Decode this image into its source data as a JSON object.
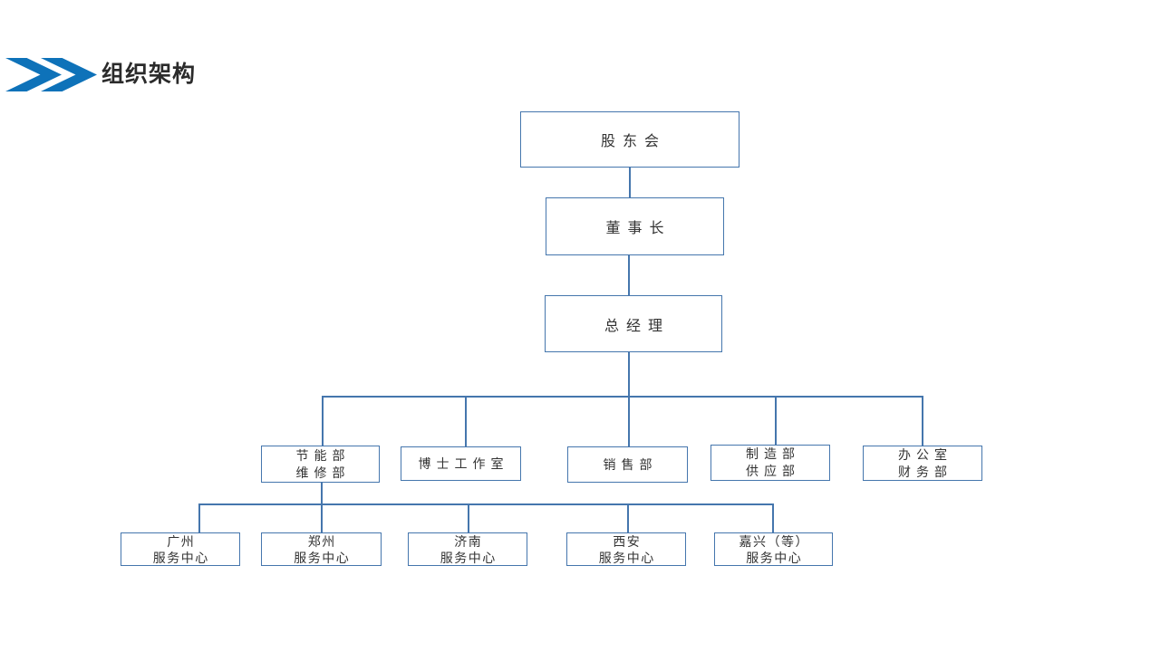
{
  "header": {
    "title": "组织架构"
  },
  "org_chart": {
    "top_levels": {
      "shareholders": "股东会",
      "chairman": "董事长",
      "general_manager": "总经理"
    },
    "departments": [
      {
        "lines": [
          "节能部",
          "维修部"
        ]
      },
      {
        "lines": [
          "博士工作室"
        ]
      },
      {
        "lines": [
          "销售部"
        ]
      },
      {
        "lines": [
          "制造部",
          "供应部"
        ]
      },
      {
        "lines": [
          "办公室",
          "财务部"
        ]
      }
    ],
    "service_centers": [
      {
        "lines": [
          "广州",
          "服务中心"
        ]
      },
      {
        "lines": [
          "郑州",
          "服务中心"
        ]
      },
      {
        "lines": [
          "济南",
          "服务中心"
        ]
      },
      {
        "lines": [
          "西安",
          "服务中心"
        ]
      },
      {
        "lines": [
          "嘉兴（等）",
          "服务中心"
        ]
      }
    ]
  },
  "colors": {
    "accent_blue": "#0E72B9",
    "line_blue": "#4576AD",
    "title_text": "#2B2B2B",
    "node_text": "#333333",
    "background": "#FFFFFF"
  }
}
